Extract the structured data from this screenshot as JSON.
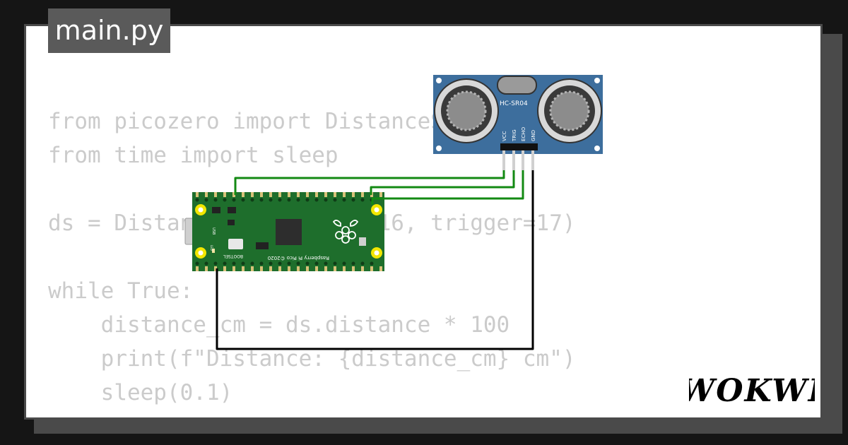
{
  "file_tab": {
    "label": "main.py"
  },
  "code": {
    "lines": [
      "from picozero import DistanceSensor",
      "from time import sleep",
      "",
      "ds = DistanceSensor(echo=16, trigger=17)",
      "",
      "while True:",
      "    distance_cm = ds.distance * 100",
      "    print(f\"Distance: {distance_cm} cm\")",
      "    sleep(0.1)"
    ]
  },
  "sensor": {
    "model": "HC-SR04",
    "pins": [
      "VCC",
      "TRIG",
      "ECHO",
      "GND"
    ]
  },
  "pico": {
    "text_rpi": "Raspberry Pi Pico ©2020",
    "text_bootsel": "BOOTSEL",
    "text_usb": "USB",
    "text_led": "LED"
  },
  "brand": {
    "logo_text": "WOKWI"
  },
  "colors": {
    "background": "#151515",
    "card": "#ffffff",
    "tab": "#5a5a5a",
    "code_text": "#cbcbcb",
    "pcb_green": "#1e6e2c",
    "sensor_blue": "#3d6e9d",
    "wire_green": "#138a13",
    "wire_black": "#000000"
  }
}
